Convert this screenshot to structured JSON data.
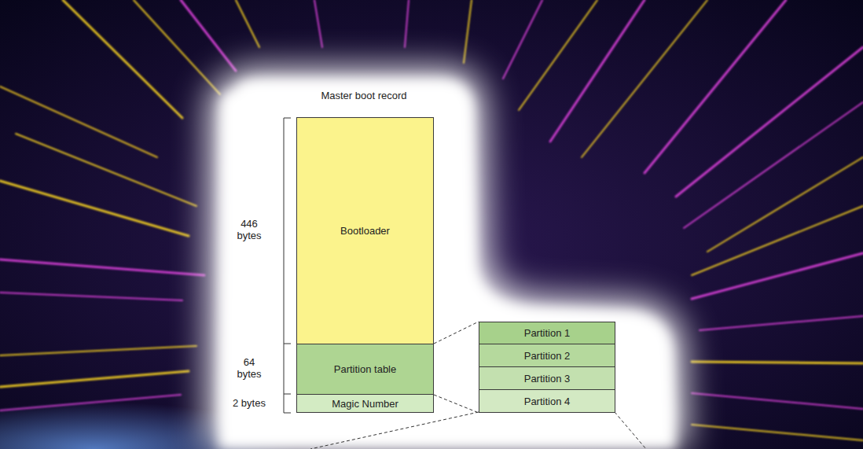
{
  "diagram": {
    "title": "Master boot record",
    "nodes": [
      {
        "text": [
          "Bootloader"
        ]
      },
      {
        "text": [
          "Partition table"
        ]
      },
      {
        "text": [
          "Magic Number"
        ]
      },
      {
        "text": [
          "Partition 1"
        ]
      },
      {
        "text": [
          "Partition 2"
        ]
      },
      {
        "text": [
          "Partition 3"
        ]
      },
      {
        "text": [
          "Partition 4"
        ]
      }
    ],
    "edges": [
      {
        "from": 1,
        "to": 3,
        "arrow": "none"
      },
      {
        "from": 1,
        "to": 6,
        "arrow": "none"
      }
    ],
    "labels": [
      "446 bytes",
      "64 bytes",
      "2 bytes"
    ]
  }
}
